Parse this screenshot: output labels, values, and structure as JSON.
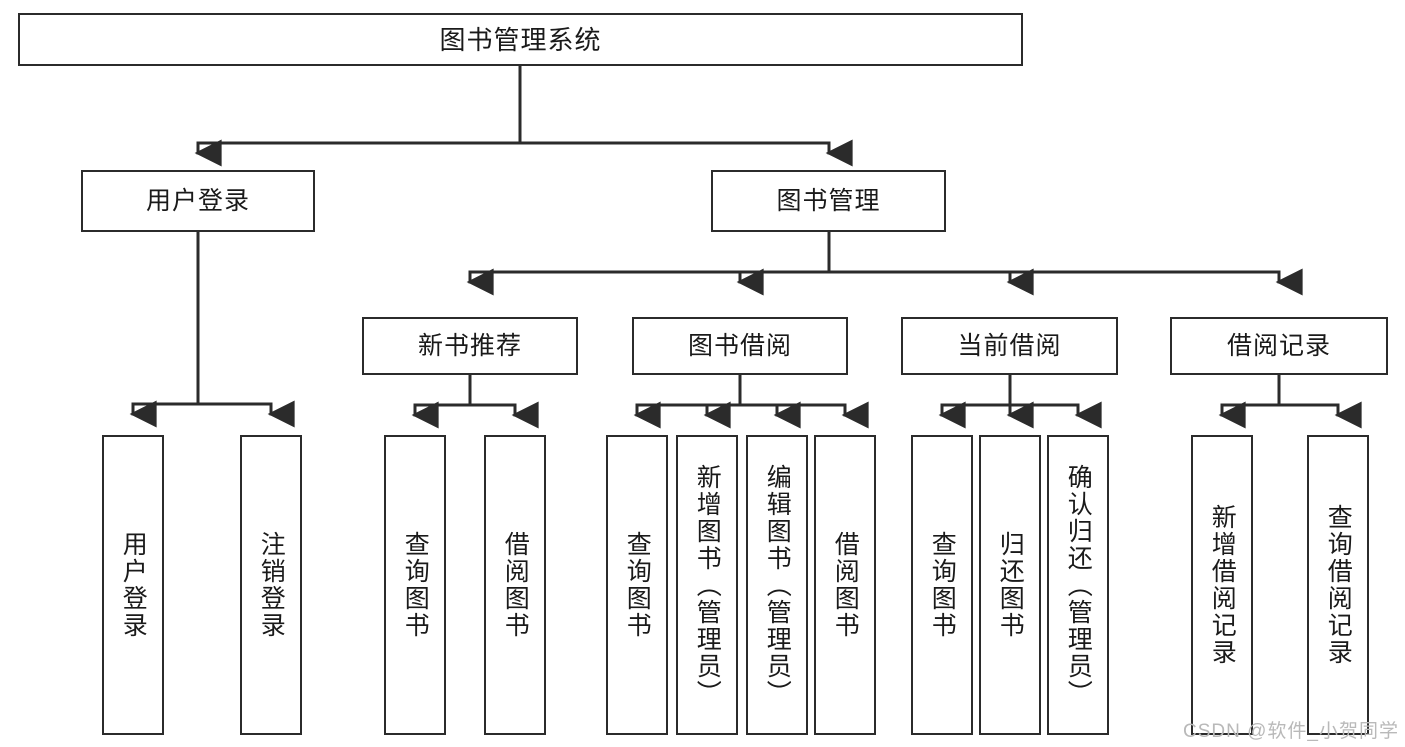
{
  "diagram": {
    "type": "tree-hierarchy",
    "orientation": "top-down",
    "root": {
      "id": "root",
      "label": "图书管理系统"
    },
    "level2": [
      {
        "id": "login",
        "label": "用户登录"
      },
      {
        "id": "bookmgmt",
        "label": "图书管理"
      }
    ],
    "level3": [
      {
        "id": "newbook",
        "label": "新书推荐",
        "parent": "bookmgmt"
      },
      {
        "id": "borrow",
        "label": "图书借阅",
        "parent": "bookmgmt"
      },
      {
        "id": "current",
        "label": "当前借阅",
        "parent": "bookmgmt"
      },
      {
        "id": "record",
        "label": "借阅记录",
        "parent": "bookmgmt"
      }
    ],
    "leaves": {
      "login": [
        {
          "id": "leaf-user-login",
          "label": "用户登录"
        },
        {
          "id": "leaf-logout",
          "label": "注销登录"
        }
      ],
      "newbook": [
        {
          "id": "leaf-query-book-1",
          "label": "查询图书"
        },
        {
          "id": "leaf-borrow-book-1",
          "label": "借阅图书"
        }
      ],
      "borrow": [
        {
          "id": "leaf-query-book-2",
          "label": "查询图书"
        },
        {
          "id": "leaf-add-book",
          "label": "新增图书（管理员）"
        },
        {
          "id": "leaf-edit-book",
          "label": "编辑图书（管理员）"
        },
        {
          "id": "leaf-borrow-book-2",
          "label": "借阅图书"
        }
      ],
      "current": [
        {
          "id": "leaf-query-book-3",
          "label": "查询图书"
        },
        {
          "id": "leaf-return-book",
          "label": "归还图书"
        },
        {
          "id": "leaf-confirm-return",
          "label": "确认归还（管理员）"
        }
      ],
      "record": [
        {
          "id": "leaf-add-record",
          "label": "新增借阅记录"
        },
        {
          "id": "leaf-query-record",
          "label": "查询借阅记录"
        }
      ]
    }
  },
  "watermark": {
    "text": "CSDN @软件_小贺同学"
  },
  "colors": {
    "stroke": "#2b2b2b",
    "fill": "#ffffff",
    "text": "#1a1a1a",
    "watermark": "#b9b9b9"
  }
}
